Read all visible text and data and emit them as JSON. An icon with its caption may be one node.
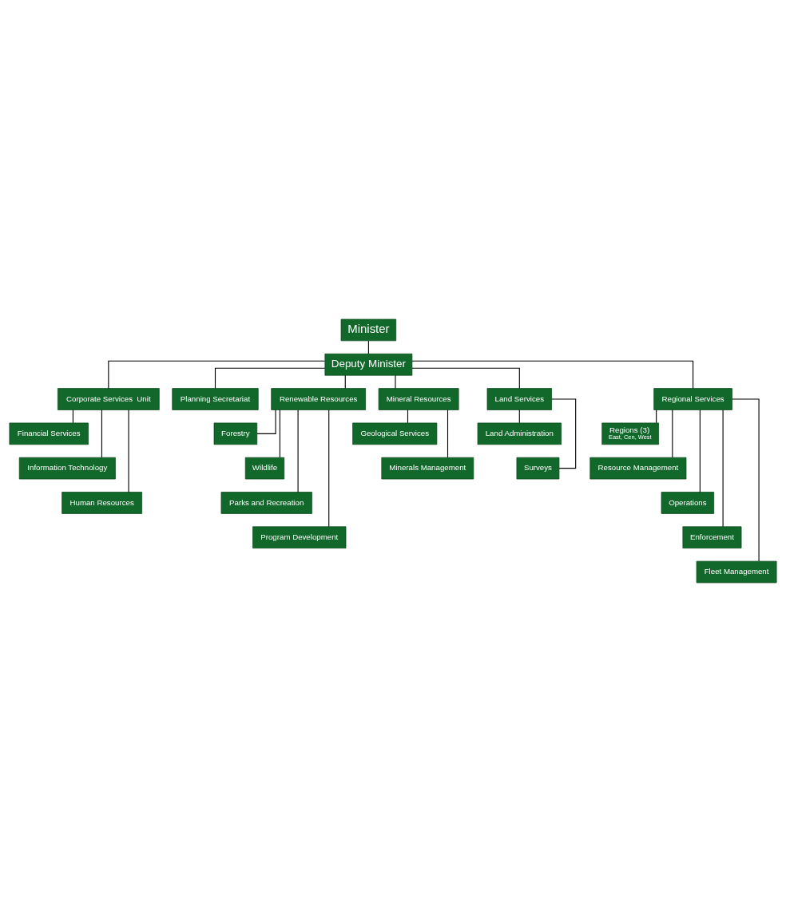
{
  "diagram": {
    "nodes": [
      {
        "text": [
          "Minister"
        ]
      },
      {
        "text": [
          "Deputy Minister"
        ]
      },
      {
        "text": [
          "Corporate Services  Unit"
        ]
      },
      {
        "text": [
          "Planning Secretariat"
        ]
      },
      {
        "text": [
          "Financial Services"
        ]
      },
      {
        "text": [
          "Information Technology"
        ]
      },
      {
        "text": [
          "Human Resources"
        ]
      },
      {
        "text": [
          "Renewable Resources"
        ]
      },
      {
        "text": [
          "Mineral Resources"
        ]
      },
      {
        "text": [
          "Land Services"
        ]
      },
      {
        "text": [
          "Regional Services"
        ]
      },
      {
        "text": [
          "Forestry"
        ]
      },
      {
        "text": [
          "Wildlife"
        ]
      },
      {
        "text": [
          "Parks and Recreation"
        ]
      },
      {
        "text": [
          "Program Development"
        ]
      },
      {
        "text": [
          "Geological Services"
        ]
      },
      {
        "text": [
          "Minerals Management"
        ]
      },
      {
        "text": [
          "Land Administration"
        ]
      },
      {
        "text": [
          "Surveys"
        ]
      },
      {
        "text": [
          "Regions (3)",
          "East, Cen, West"
        ]
      },
      {
        "text": [
          "Resource Management"
        ]
      },
      {
        "text": [
          "Operations"
        ]
      },
      {
        "text": [
          "Enforcement"
        ]
      },
      {
        "text": [
          "Fleet Management"
        ]
      }
    ],
    "edges": [
      {
        "from": 0,
        "to": 1,
        "arrow": "none"
      },
      {
        "from": 1,
        "to": 2,
        "arrow": "none"
      },
      {
        "from": 1,
        "to": 3,
        "arrow": "none"
      },
      {
        "from": 2,
        "to": 4,
        "arrow": "none"
      },
      {
        "from": 2,
        "to": 5,
        "arrow": "none"
      },
      {
        "from": 2,
        "to": 6,
        "arrow": "none"
      },
      {
        "from": 1,
        "to": 7,
        "arrow": "none"
      },
      {
        "from": 1,
        "to": 8,
        "arrow": "none"
      },
      {
        "from": 1,
        "to": 9,
        "arrow": "none"
      },
      {
        "from": 1,
        "to": 10,
        "arrow": "none"
      },
      {
        "from": 7,
        "to": 11,
        "arrow": "none"
      },
      {
        "from": 7,
        "to": 12,
        "arrow": "none"
      },
      {
        "from": 7,
        "to": 13,
        "arrow": "none"
      },
      {
        "from": 7,
        "to": 14,
        "arrow": "none"
      },
      {
        "from": 8,
        "to": 15,
        "arrow": "none"
      },
      {
        "from": 8,
        "to": 16,
        "arrow": "none"
      },
      {
        "from": 9,
        "to": 17,
        "arrow": "none"
      },
      {
        "from": 9,
        "to": 18,
        "arrow": "none"
      },
      {
        "from": 10,
        "to": 19,
        "arrow": "none"
      },
      {
        "from": 10,
        "to": 20,
        "arrow": "none"
      },
      {
        "from": 10,
        "to": 21,
        "arrow": "none"
      },
      {
        "from": 10,
        "to": 22,
        "arrow": "none"
      },
      {
        "from": 10,
        "to": 23,
        "arrow": "none"
      }
    ]
  }
}
